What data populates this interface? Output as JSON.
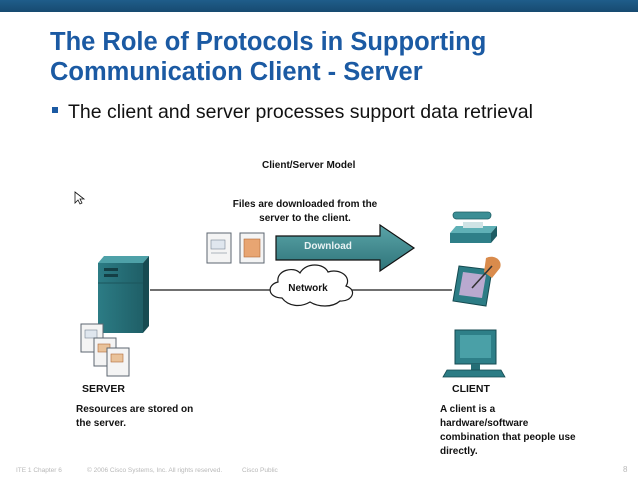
{
  "title": "The Role of Protocols in Supporting Communication Client - Server",
  "bullet": "The client and server processes support data retrieval",
  "diagram": {
    "heading": "Client/Server Model",
    "files_caption": "Files are downloaded from the server to the client.",
    "download_label": "Download",
    "network_label": "Network",
    "server_label": "SERVER",
    "server_desc": "Resources are stored on the server.",
    "client_label": "CLIENT",
    "client_desc": "A client is a hardware/software combination that people use directly."
  },
  "footer": {
    "chapter": "ITE 1 Chapter 6",
    "copyright": "© 2006 Cisco Systems, Inc. All rights reserved.",
    "classification": "Cisco Public",
    "page": "8"
  },
  "colors": {
    "title": "#1b5aa3",
    "topbar": "#1f5d8a",
    "device": "#2e7f88",
    "arrow": "#3e8a8f"
  }
}
